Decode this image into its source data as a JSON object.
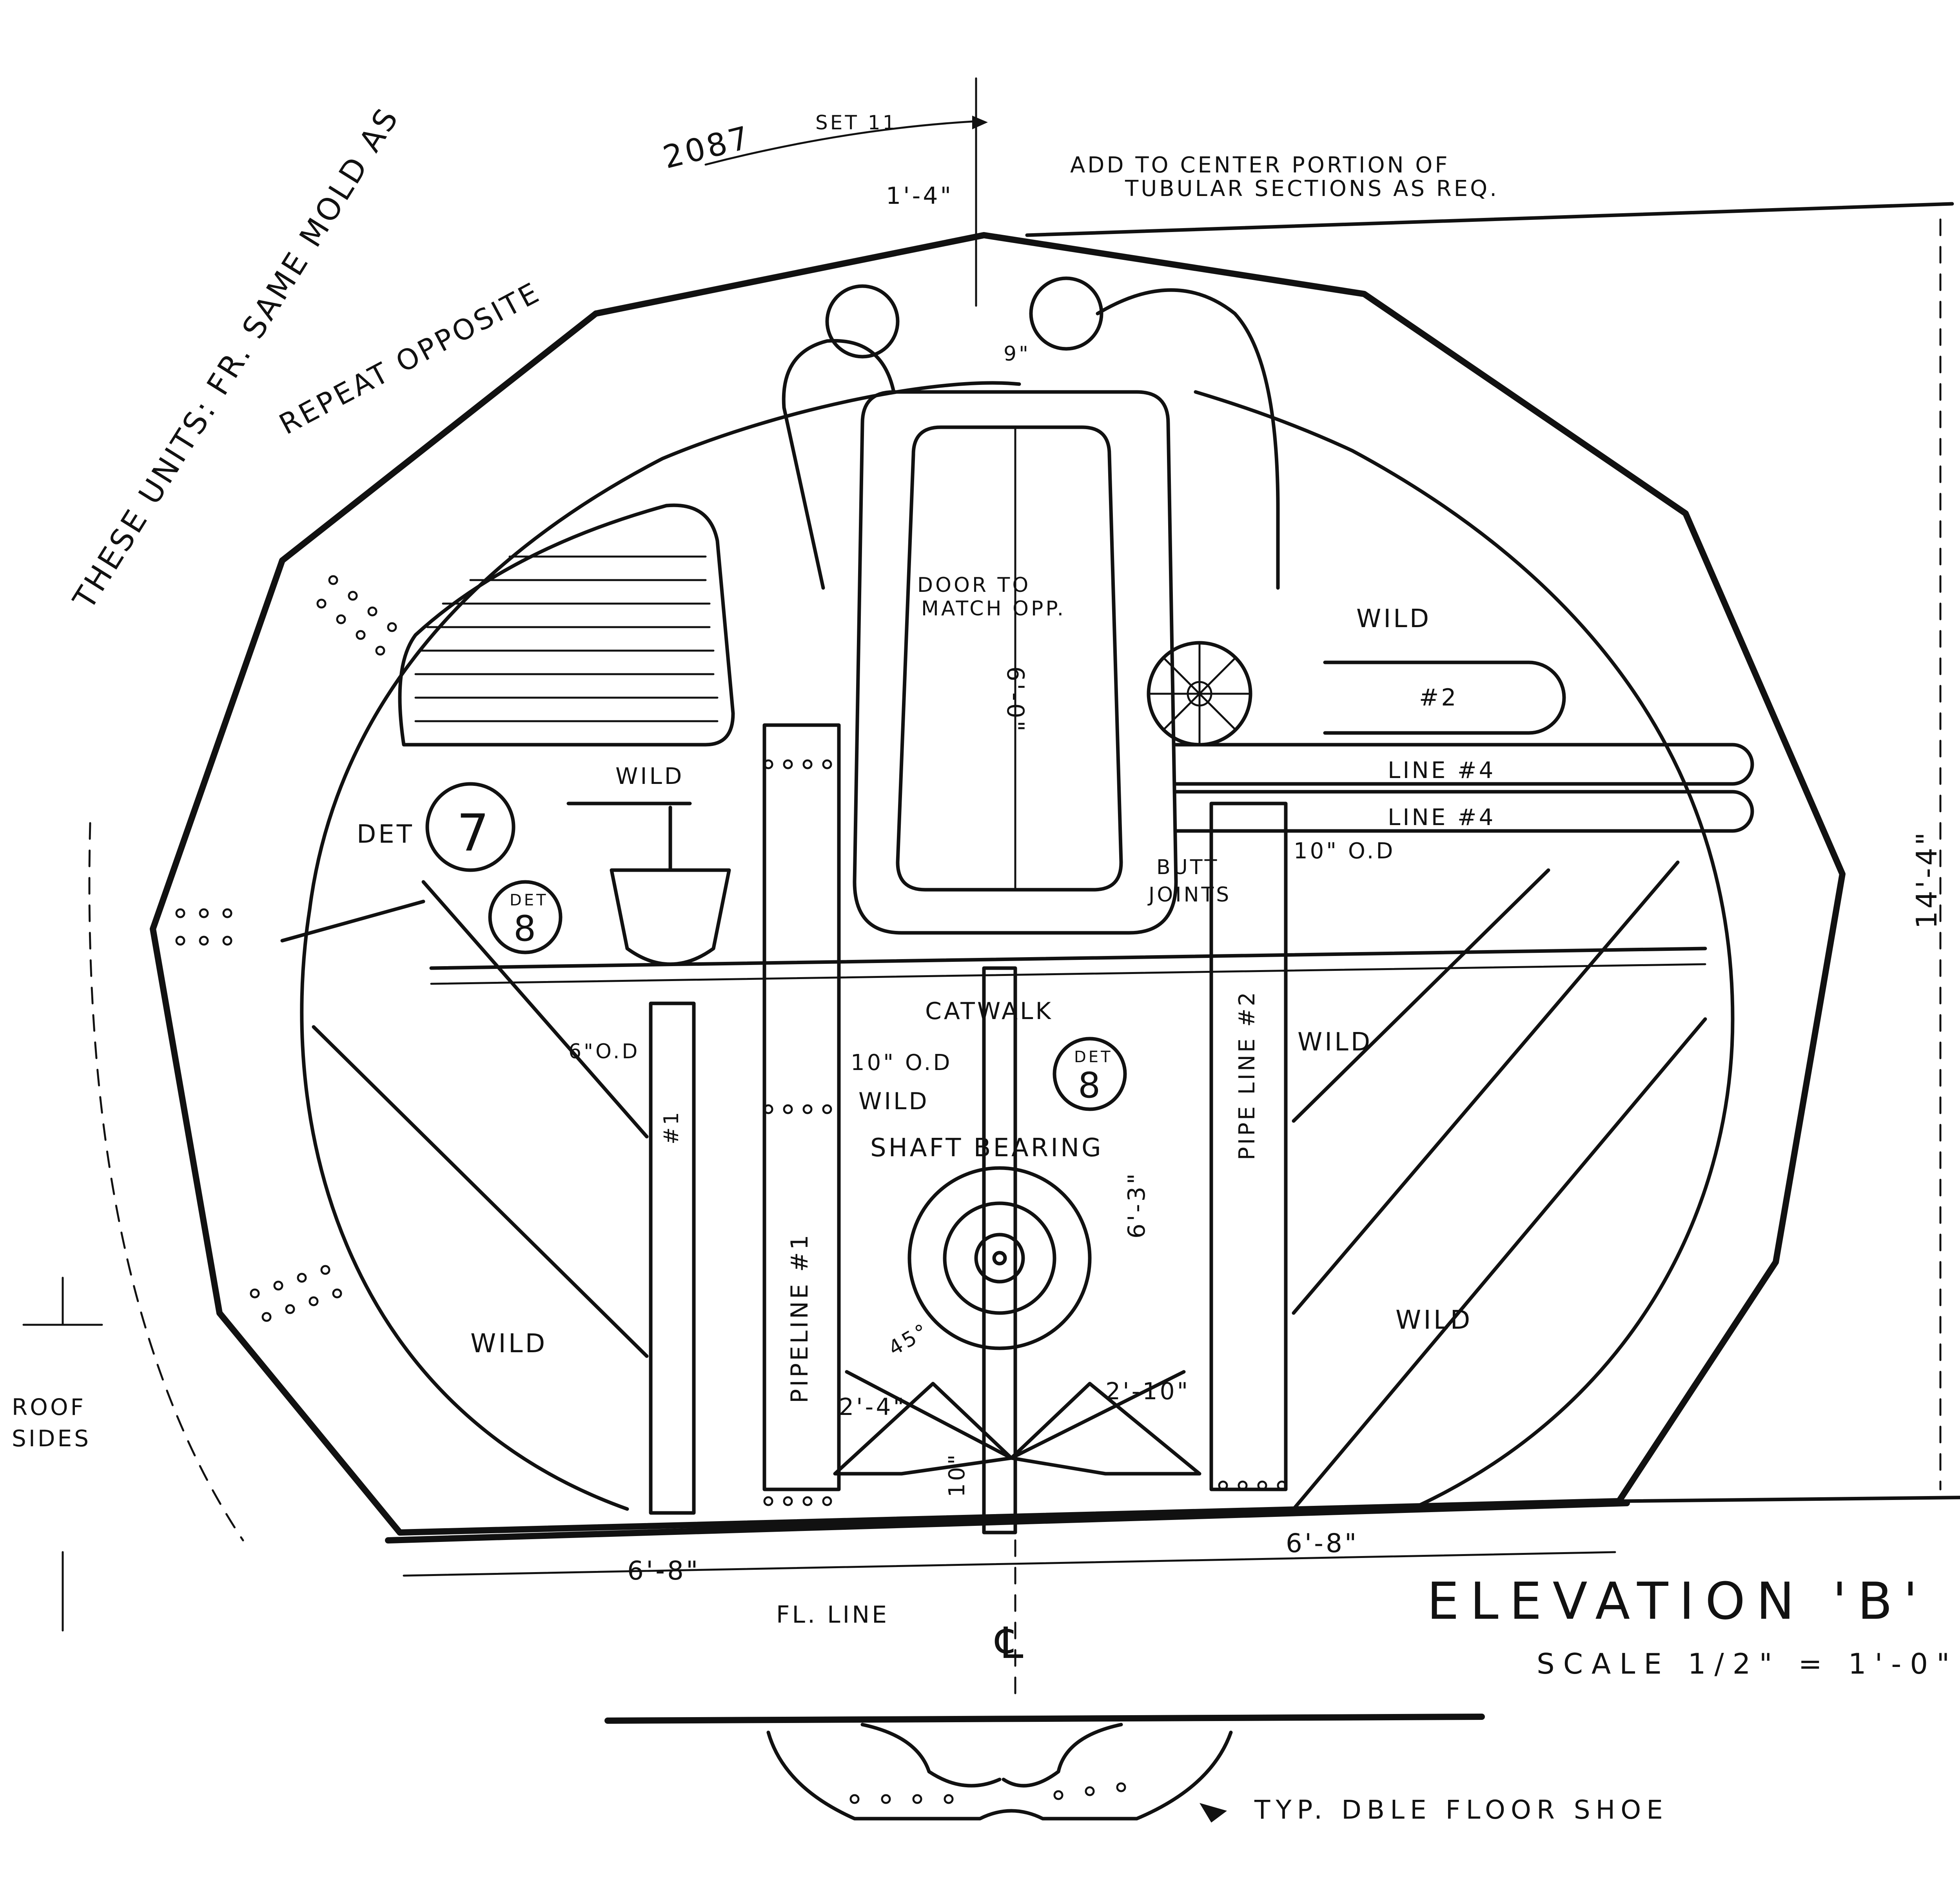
{
  "notes": {
    "units_line1": "THESE UNITS: FR. SAME MOLD AS",
    "units_line2": "REPEAT OPPOSITE",
    "frame_number": "2087",
    "set_label": "SET 11",
    "add_line1": "ADD TO CENTER PORTION OF",
    "add_line2": "TUBULAR SECTIONS AS REQ.",
    "dim_top": "1'-4\"",
    "dim_9": "9\"",
    "door_line1": "DOOR TO",
    "door_line2": "MATCH OPP.",
    "door_height": "6'-0\"",
    "det7": "DET",
    "det7_num": "7",
    "det8": "DET",
    "det8_num": "8",
    "det8b": "DET",
    "det8b_num": "8",
    "wild_upper_mid": "WILD",
    "wild_right_top": "WILD",
    "pipe2": "#2",
    "line4a": "LINE #4",
    "line4b": "LINE #4",
    "od_10_right": "10\" O.D",
    "butt_joints_1": "BUTT",
    "butt_joints_2": "JOINTS",
    "pipeline2": "PIPE LINE #2",
    "wild_right_mid": "WILD",
    "catwalk": "CATWALK",
    "od6": "6\"O.D",
    "od10": "10\" O.D",
    "wild_center": "WILD",
    "pipe1_label": "#1",
    "shaft_bearing": "SHAFT BEARING",
    "dim_63": "6'-3\"",
    "pipeline1": "PIPELINE #1",
    "angle45": "45°",
    "wild_left": "WILD",
    "wild_right_low": "WILD",
    "dim_24": "2'-4\"",
    "dim_210": "2'-10\"",
    "dim_10": "10\"",
    "dim_144": "14'-4\"",
    "roof": "ROOF",
    "sides": "SIDES",
    "dim_68_left": "6'-8\"",
    "dim_68_right": "6'-8\"",
    "fl_line": "FL. LINE",
    "centerline": "℄",
    "title": "ELEVATION 'B'",
    "scale": "SCALE 1/2\" = 1'-0\"",
    "floor_shoe": "TYP. DBLE FLOOR SHOE"
  }
}
